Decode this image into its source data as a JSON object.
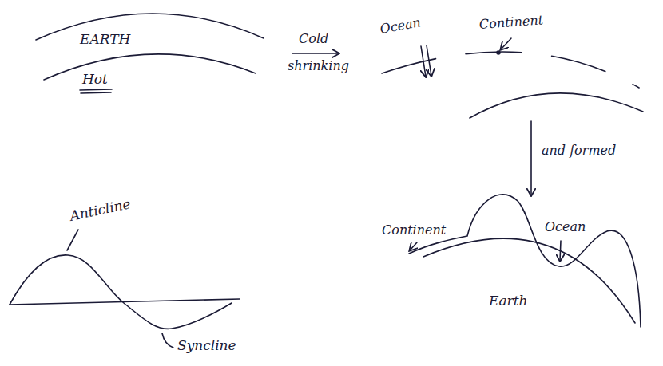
{
  "diagram": {
    "labels": [
      "EARTH",
      "Hot",
      "Cold",
      "shrinking",
      "Ocean",
      "Continent",
      "and formed",
      "Continent",
      "Ocean",
      "Earth",
      "Anticline",
      "Syncline"
    ]
  }
}
